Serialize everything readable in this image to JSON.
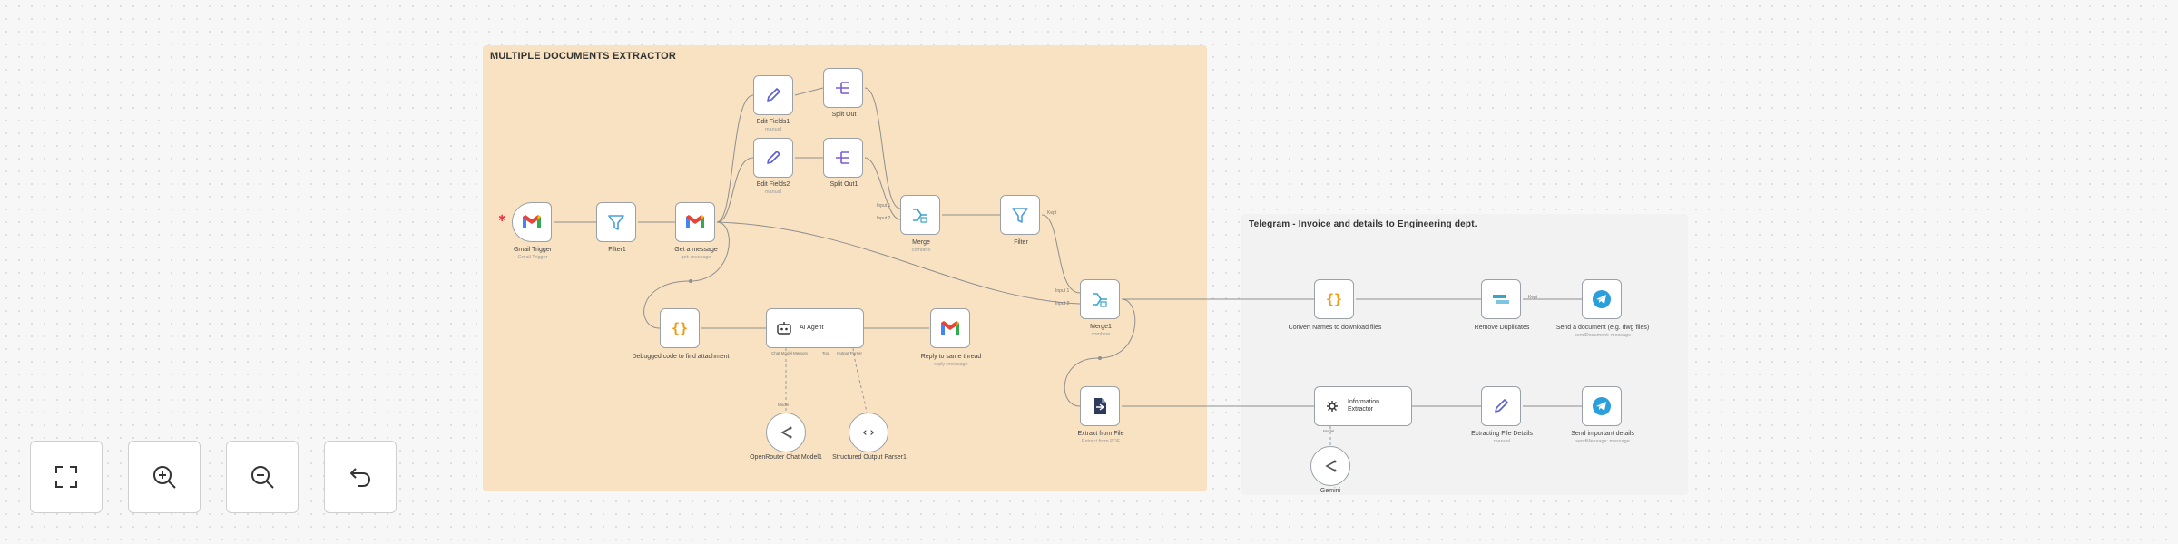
{
  "stickies": {
    "main_title": "MULTIPLE DOCUMENTS EXTRACTOR",
    "telegram_title": "Telegram - Invoice and details to Engineering dept."
  },
  "nodes": {
    "gmail_trigger": {
      "name": "Gmail Trigger",
      "subtitle": "Gmail Trigger",
      "icon": "gmail-icon"
    },
    "filter1": {
      "name": "Filter1",
      "icon": "filter-icon"
    },
    "get_message": {
      "name": "Get a message",
      "subtitle": "get: message",
      "icon": "gmail-icon"
    },
    "edit_fields1": {
      "name": "Edit Fields1",
      "subtitle": "manual",
      "icon": "pencil-icon"
    },
    "edit_fields2": {
      "name": "Edit Fields2",
      "subtitle": "manual",
      "icon": "pencil-icon"
    },
    "split_out": {
      "name": "Split Out",
      "icon": "split-icon"
    },
    "split_out1": {
      "name": "Split Out1",
      "icon": "split-icon"
    },
    "merge": {
      "name": "Merge",
      "subtitle": "combine",
      "icon": "merge-icon"
    },
    "filter": {
      "name": "Filter",
      "icon": "filter-icon"
    },
    "merge1": {
      "name": "Merge1",
      "subtitle": "combine",
      "icon": "merge-icon"
    },
    "debugged_code": {
      "name": "Debugged code to find attachment",
      "icon": "code-braces-icon"
    },
    "ai_agent": {
      "name": "AI Agent",
      "icon": "robot-icon"
    },
    "reply_thread": {
      "name": "Reply to same thread",
      "subtitle": "reply: message",
      "icon": "gmail-icon"
    },
    "openrouter_model": {
      "name": "OpenRouter Chat Model1",
      "icon": "openrouter-icon"
    },
    "structured_parser": {
      "name": "Structured Output Parser1",
      "icon": "code-brackets-icon"
    },
    "extract_file": {
      "name": "Extract from File",
      "subtitle": "Extract from PDF",
      "icon": "file-extract-icon"
    },
    "convert_names": {
      "name": "Convert Names to download files",
      "icon": "code-braces-icon"
    },
    "remove_duplicates": {
      "name": "Remove Duplicates",
      "icon": "remove-duplicates-icon"
    },
    "send_document": {
      "name": "Send a document (e.g. dwg files)",
      "subtitle": "sendDocument: message",
      "icon": "telegram-icon"
    },
    "information_extractor": {
      "name": "Information Extractor",
      "icon": "extractor-icon"
    },
    "extracting_details": {
      "name": "Extracting File Details",
      "subtitle": "manual",
      "icon": "pencil-icon"
    },
    "send_important": {
      "name": "Send important details",
      "subtitle": "sendMessage: message",
      "icon": "telegram-icon"
    },
    "gemini": {
      "name": "Gemini",
      "icon": "openrouter-icon"
    }
  },
  "port_labels": {
    "merge_in1": "Input 1",
    "merge_in2": "Input 2",
    "merge1_in1": "Input 1",
    "merge1_in2": "Input 2",
    "ai_chat_model": "Chat Model",
    "ai_memory": "Memory",
    "ai_tool": "Tool",
    "ai_output_parser": "Output Parser",
    "model_port": "Model",
    "kept_port": "Kept"
  },
  "controls": {
    "fit_view": {
      "icon": "fit-view-icon"
    },
    "zoom_in": {
      "icon": "zoom-in-icon"
    },
    "zoom_out": {
      "icon": "zoom-out-icon"
    },
    "reset": {
      "icon": "undo-icon"
    }
  },
  "colors": {
    "main_sticky": "#f8e2c2",
    "telegram_sticky": "#f1f1f1",
    "edge": "#8f8f8f",
    "filter_blue": "#4a9fdc",
    "merge_blue": "#3aa3c8",
    "code_orange": "#f29b12",
    "pencil_purple": "#5a5fd6",
    "split_purple": "#7a5cd6",
    "telegram_blue": "#2a9fdc"
  }
}
